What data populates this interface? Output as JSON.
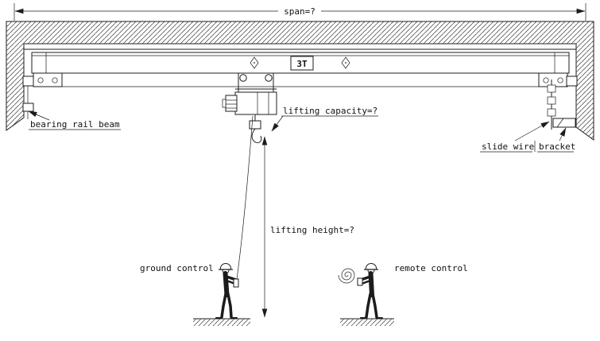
{
  "labels": {
    "span": "span=?",
    "capacity_badge": "3T",
    "bearing_rail_beam": "bearing rail beam",
    "lifting_capacity": "lifting capacity=?",
    "lifting_height": "lifting height=?",
    "ground_control": "ground control",
    "remote_control": "remote control",
    "slide_wire": "slide wire",
    "bracket": "bracket"
  },
  "colors": {
    "line": "#1c1c1c",
    "hatch": "#3a3a3a",
    "background": "#ffffff"
  }
}
